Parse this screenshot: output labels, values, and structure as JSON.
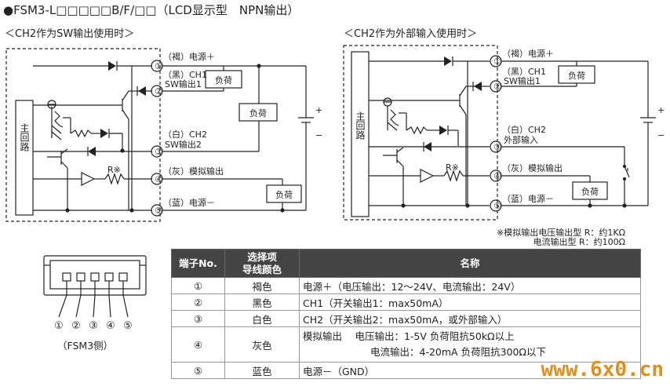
{
  "title": "●FSM3-L□□□□□B/F/□□（LCD显示型　NPN输出）",
  "diagrams": [
    {
      "heading": "＜CH2作为SW输出使用时＞",
      "main_circuit": "主回路",
      "terminals": [
        {
          "num": "①",
          "label": "（褐）电源＋"
        },
        {
          "num": "②",
          "label": "（黑）CH1",
          "label2": "SW输出1"
        },
        {
          "num": "③",
          "label": "（白）CH2",
          "label2": "SW输出2"
        },
        {
          "num": "④",
          "label": "（灰）模拟输出"
        },
        {
          "num": "⑤",
          "label": "（蓝）电源－"
        }
      ],
      "load": "负荷",
      "resistor": "R※",
      "plus": "+",
      "minus": "−"
    },
    {
      "heading": "＜CH2作为外部输入使用时＞",
      "main_circuit": "主回路",
      "terminals": [
        {
          "num": "①",
          "label": "（褐）电源＋"
        },
        {
          "num": "②",
          "label": "（黑）CH1",
          "label2": "SW输出1"
        },
        {
          "num": "③",
          "label": "（白）CH2",
          "label2": "外部输入"
        },
        {
          "num": "④",
          "label": "（灰）模拟输出"
        },
        {
          "num": "⑤",
          "label": "（蓝）电源－"
        }
      ],
      "load": "负荷",
      "resistor": "R※",
      "plus": "+",
      "minus": "−"
    }
  ],
  "notes": [
    "※模拟输出电压输出型 R：约1KΩ",
    "电流输出型 R：约100Ω"
  ],
  "connector": {
    "pins": [
      "①",
      "②",
      "③",
      "④",
      "⑤"
    ],
    "caption": "（FSM3侧）"
  },
  "table": {
    "headers": [
      "端子No.",
      "选择项",
      "导线颜色",
      "名称"
    ],
    "rows": [
      {
        "no": "①",
        "color": "褐色",
        "name": "电源＋（电压输出：12～24V、电流输出：24V）"
      },
      {
        "no": "②",
        "color": "黑色",
        "name": "CH1（开关输出1：max50mA）"
      },
      {
        "no": "③",
        "color": "白色",
        "name": "CH2（开关输出2：max50mA，或外部输入）"
      },
      {
        "no": "④",
        "color": "灰色",
        "name": "模拟输出　 电压输出：1-5V 负荷阻抗50kΩ以上",
        "name2": "电流输出：4-20mA 负荷阻抗300Ω以下"
      },
      {
        "no": "⑤",
        "color": "蓝色",
        "name": "电源－（GND）"
      }
    ]
  },
  "watermark": "www.6x0.cn"
}
